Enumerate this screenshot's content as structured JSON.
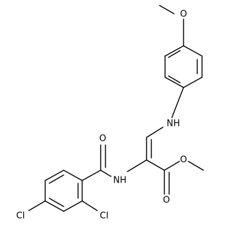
{
  "atoms": {
    "o_methoxy": "O",
    "nh_amine": "NH",
    "o_amide": "O",
    "nh_amide": "NH",
    "o_ester_carbonyl": "O",
    "o_ester": "O",
    "cl_para": "Cl",
    "cl_ortho": "Cl"
  },
  "colors": {
    "bond": "#000000",
    "label": "#000000",
    "background": "#ffffff"
  }
}
